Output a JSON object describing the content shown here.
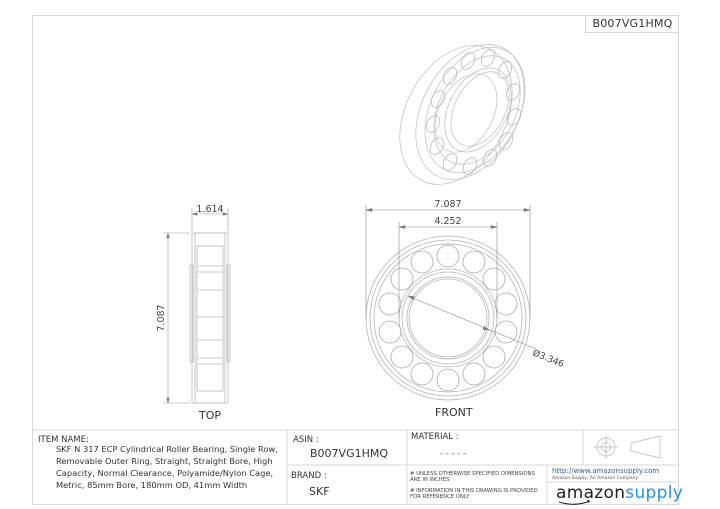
{
  "header": {
    "asin_tag": "B007VG1HMQ"
  },
  "views": {
    "top": {
      "label": "TOP",
      "dim_width": "1.614",
      "dim_height": "7.087"
    },
    "front": {
      "label": "FRONT",
      "dim_outer": "7.087",
      "dim_inner": "4.252",
      "dim_bore": "Ø3.346"
    },
    "isometric": {
      "label": ""
    }
  },
  "title_block": {
    "item_name_label": "ITEM NAME:",
    "item_name_value": "SKF N 317 ECP Cylindrical Roller Bearing, Single Row, Removable Outer Ring, Straight, Straight Bore, High Capacity, Normal Clearance, Polyamide/Nylon Cage, Metric, 85mm Bore, 180mm OD, 41mm Width",
    "asin_label": "ASIN :",
    "asin_value": "B007VG1HMQ",
    "brand_label": "BRAND :",
    "brand_value": "SKF",
    "material_label": "MATERIAL :",
    "material_value": "- - - - -",
    "note_1": "# UNLESS OTHERWISE SPECIFIED DIMENSIONS ARE IN INCHES",
    "note_2": "# INFORMATION IN THIS DRAWING IS PROVIDED FOR REFERENCE ONLY",
    "url": "http://www.amazonsupply.com",
    "company": "Amazon Supply, An Amazon Company",
    "logo_part1": "amazon",
    "logo_part2": "supply"
  },
  "colors": {
    "line": "#d9d9d9",
    "drawing": "#b5b5b5",
    "logo_blue": "#2a8fd6"
  }
}
